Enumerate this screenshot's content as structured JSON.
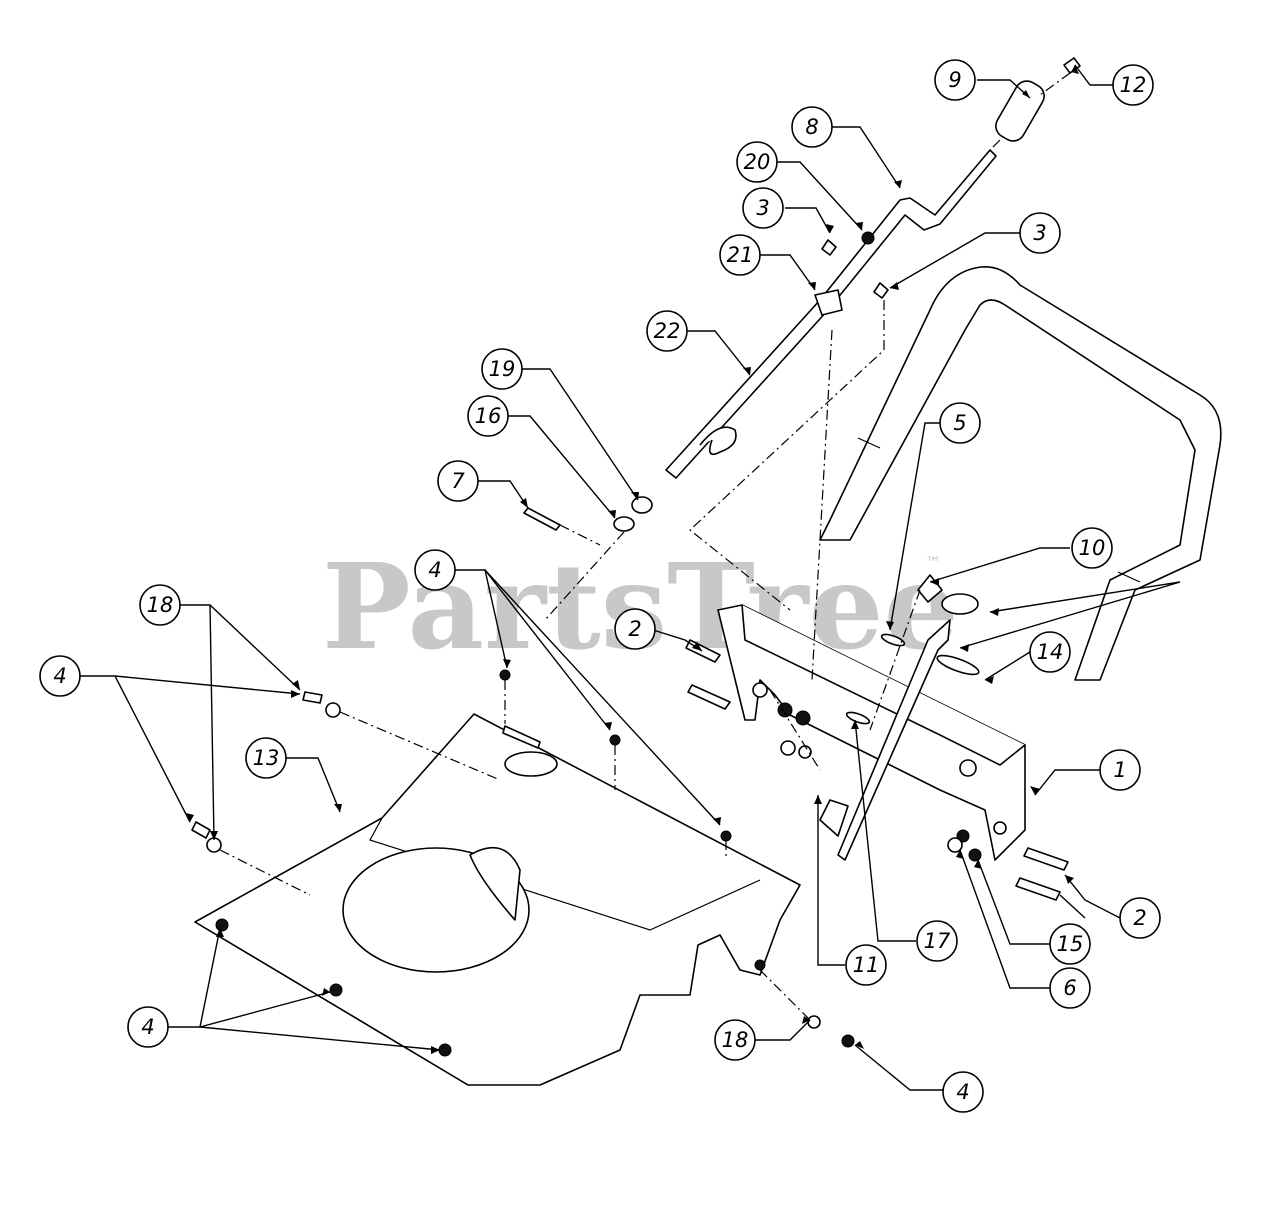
{
  "watermark": {
    "text": "PartsTree",
    "trademark": "™"
  },
  "callouts": [
    {
      "label": "1"
    },
    {
      "label": "2"
    },
    {
      "label": "2"
    },
    {
      "label": "3"
    },
    {
      "label": "3"
    },
    {
      "label": "4"
    },
    {
      "label": "4"
    },
    {
      "label": "4"
    },
    {
      "label": "4"
    },
    {
      "label": "4"
    },
    {
      "label": "5"
    },
    {
      "label": "6"
    },
    {
      "label": "7"
    },
    {
      "label": "8"
    },
    {
      "label": "9"
    },
    {
      "label": "10"
    },
    {
      "label": "11"
    },
    {
      "label": "12"
    },
    {
      "label": "13"
    },
    {
      "label": "14"
    },
    {
      "label": "15"
    },
    {
      "label": "16"
    },
    {
      "label": "17"
    },
    {
      "label": "18"
    },
    {
      "label": "18"
    },
    {
      "label": "19"
    },
    {
      "label": "20"
    },
    {
      "label": "21"
    },
    {
      "label": "22"
    }
  ]
}
